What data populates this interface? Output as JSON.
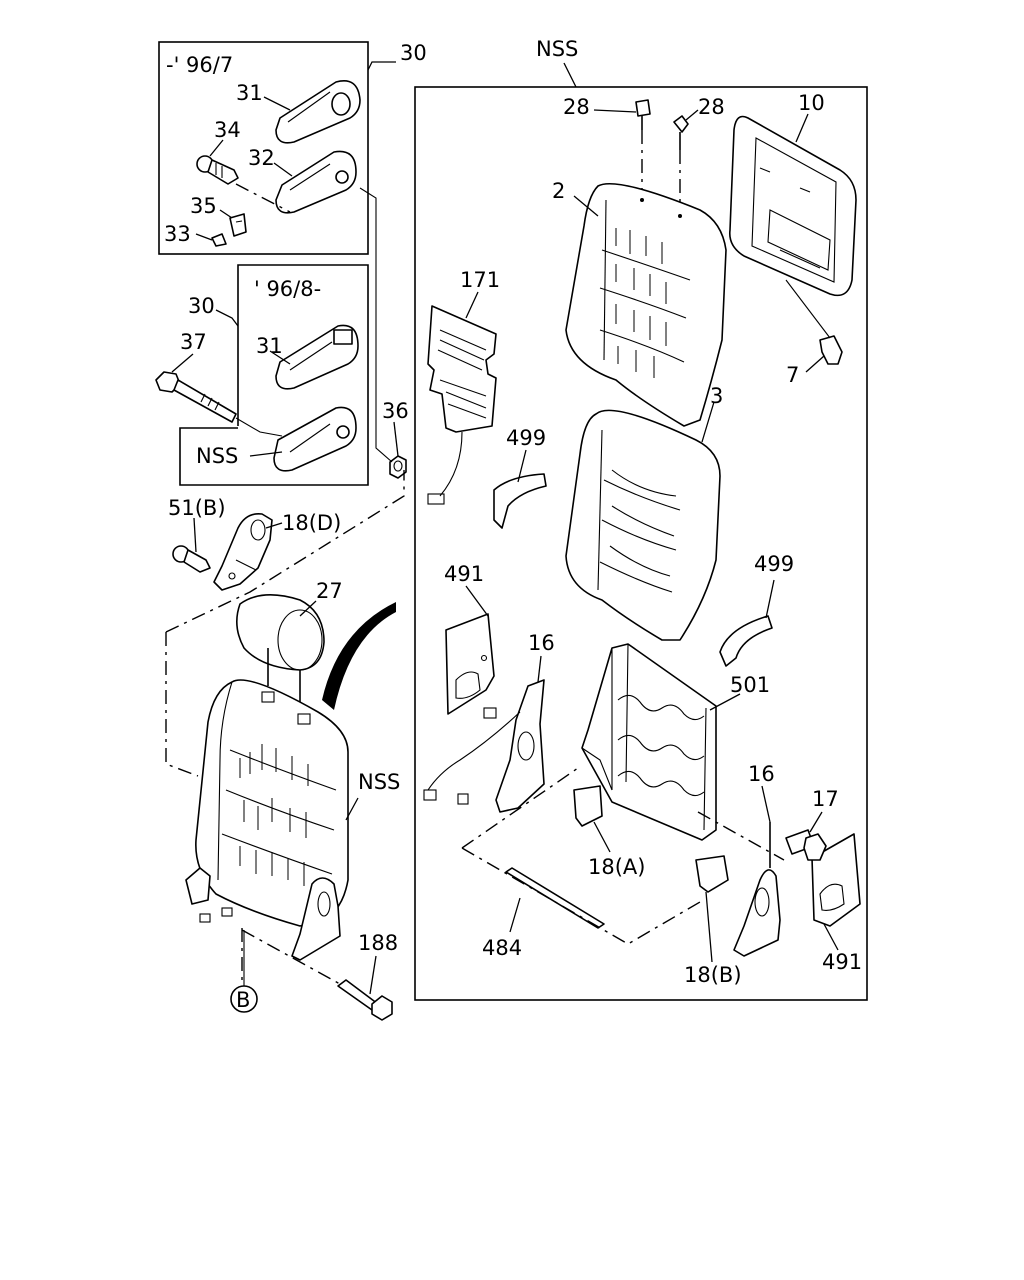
{
  "box_labels": {
    "early": "-' 96/7",
    "late": "' 96/8-"
  },
  "labels": {
    "nss_top": "NSS",
    "nss_mid": "NSS",
    "nss_right": "NSS",
    "p30a": "30",
    "p30b": "30",
    "p31a": "31",
    "p31b": "31",
    "p32": "32",
    "p33": "33",
    "p34": "34",
    "p35": "35",
    "p36": "36",
    "p37": "37",
    "p51b": "51(B)",
    "p18d": "18(D)",
    "p27": "27",
    "p188": "188",
    "p28a": "28",
    "p28b": "28",
    "p10": "10",
    "p2": "2",
    "p7": "7",
    "p171": "171",
    "p3": "3",
    "p499a": "499",
    "p499b": "499",
    "p491a": "491",
    "p491b": "491",
    "p16a": "16",
    "p16b": "16",
    "p501": "501",
    "p17": "17",
    "p18a": "18(A)",
    "p18b": "18(B)",
    "p484": "484",
    "circle_b": "B"
  }
}
